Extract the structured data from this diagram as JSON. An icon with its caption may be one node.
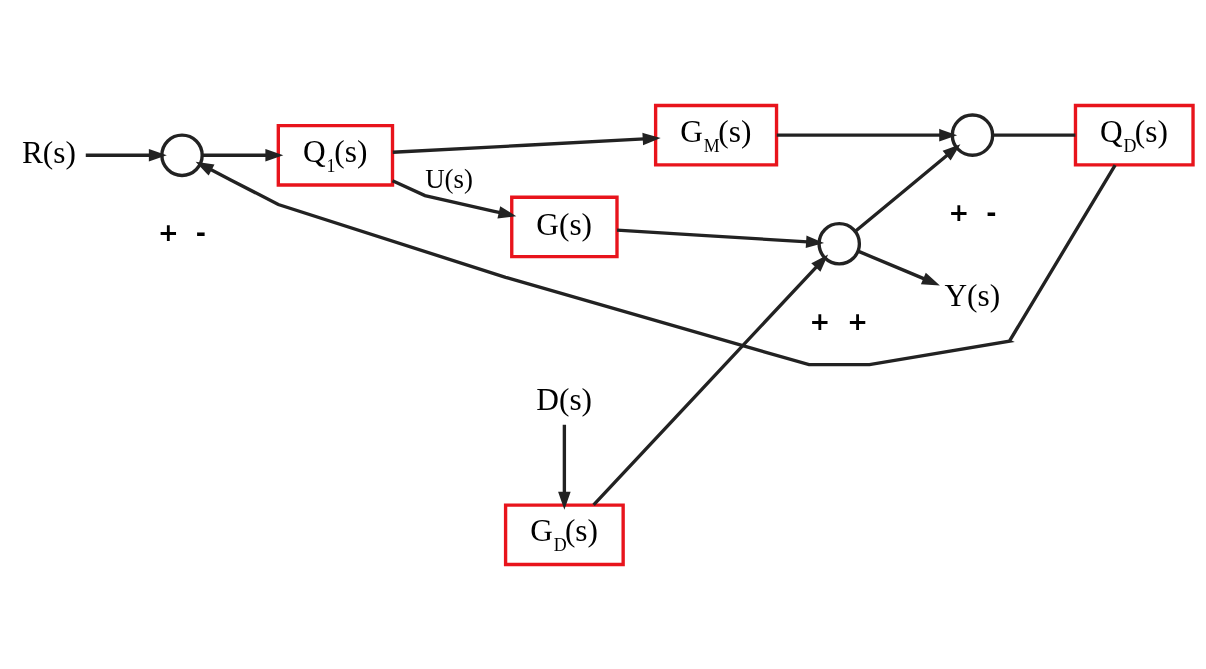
{
  "diagram": {
    "nodes": [
      {
        "text": [
          "R(s)"
        ]
      },
      {
        "text": [],
        "shape": "circle",
        "beside": [
          "+",
          "-"
        ]
      },
      {
        "text": [
          "Q$_{1}$(s)"
        ]
      },
      {
        "text": [
          "D(s)"
        ]
      },
      {
        "text": [
          "G$_{D}$(s)"
        ]
      },
      {
        "text": [
          "G(s)"
        ]
      },
      {
        "text": [],
        "shape": "circle",
        "beside": [
          "+",
          "+"
        ]
      },
      {
        "text": [
          "Y(s)"
        ]
      },
      {
        "text": [
          "G$_{M}$(s)"
        ]
      },
      {
        "text": [],
        "shape": "circle",
        "beside": [
          "+",
          "-"
        ]
      },
      {
        "text": [
          "Q$_{D}$(s)"
        ]
      }
    ],
    "edges": [
      {
        "from": 0,
        "to": 1,
        "arrow": "to"
      },
      {
        "from": 1,
        "to": 2,
        "arrow": "to"
      },
      {
        "from": 2,
        "to": 5,
        "arrow": "to",
        "label": "U(s)"
      },
      {
        "from": 2,
        "to": 8,
        "arrow": "to"
      },
      {
        "from": 3,
        "to": 4,
        "arrow": "to"
      },
      {
        "from": 4,
        "to": 6,
        "arrow": "to"
      },
      {
        "from": 5,
        "to": 6,
        "arrow": "to"
      },
      {
        "from": 6,
        "to": 7,
        "arrow": "to"
      },
      {
        "from": 6,
        "to": 9,
        "arrow": "to"
      },
      {
        "from": 8,
        "to": 9,
        "arrow": "to"
      },
      {
        "from": 9,
        "to": 10,
        "arrow": "none"
      },
      {
        "from": 10,
        "to": 1,
        "arrow": "to"
      }
    ]
  }
}
